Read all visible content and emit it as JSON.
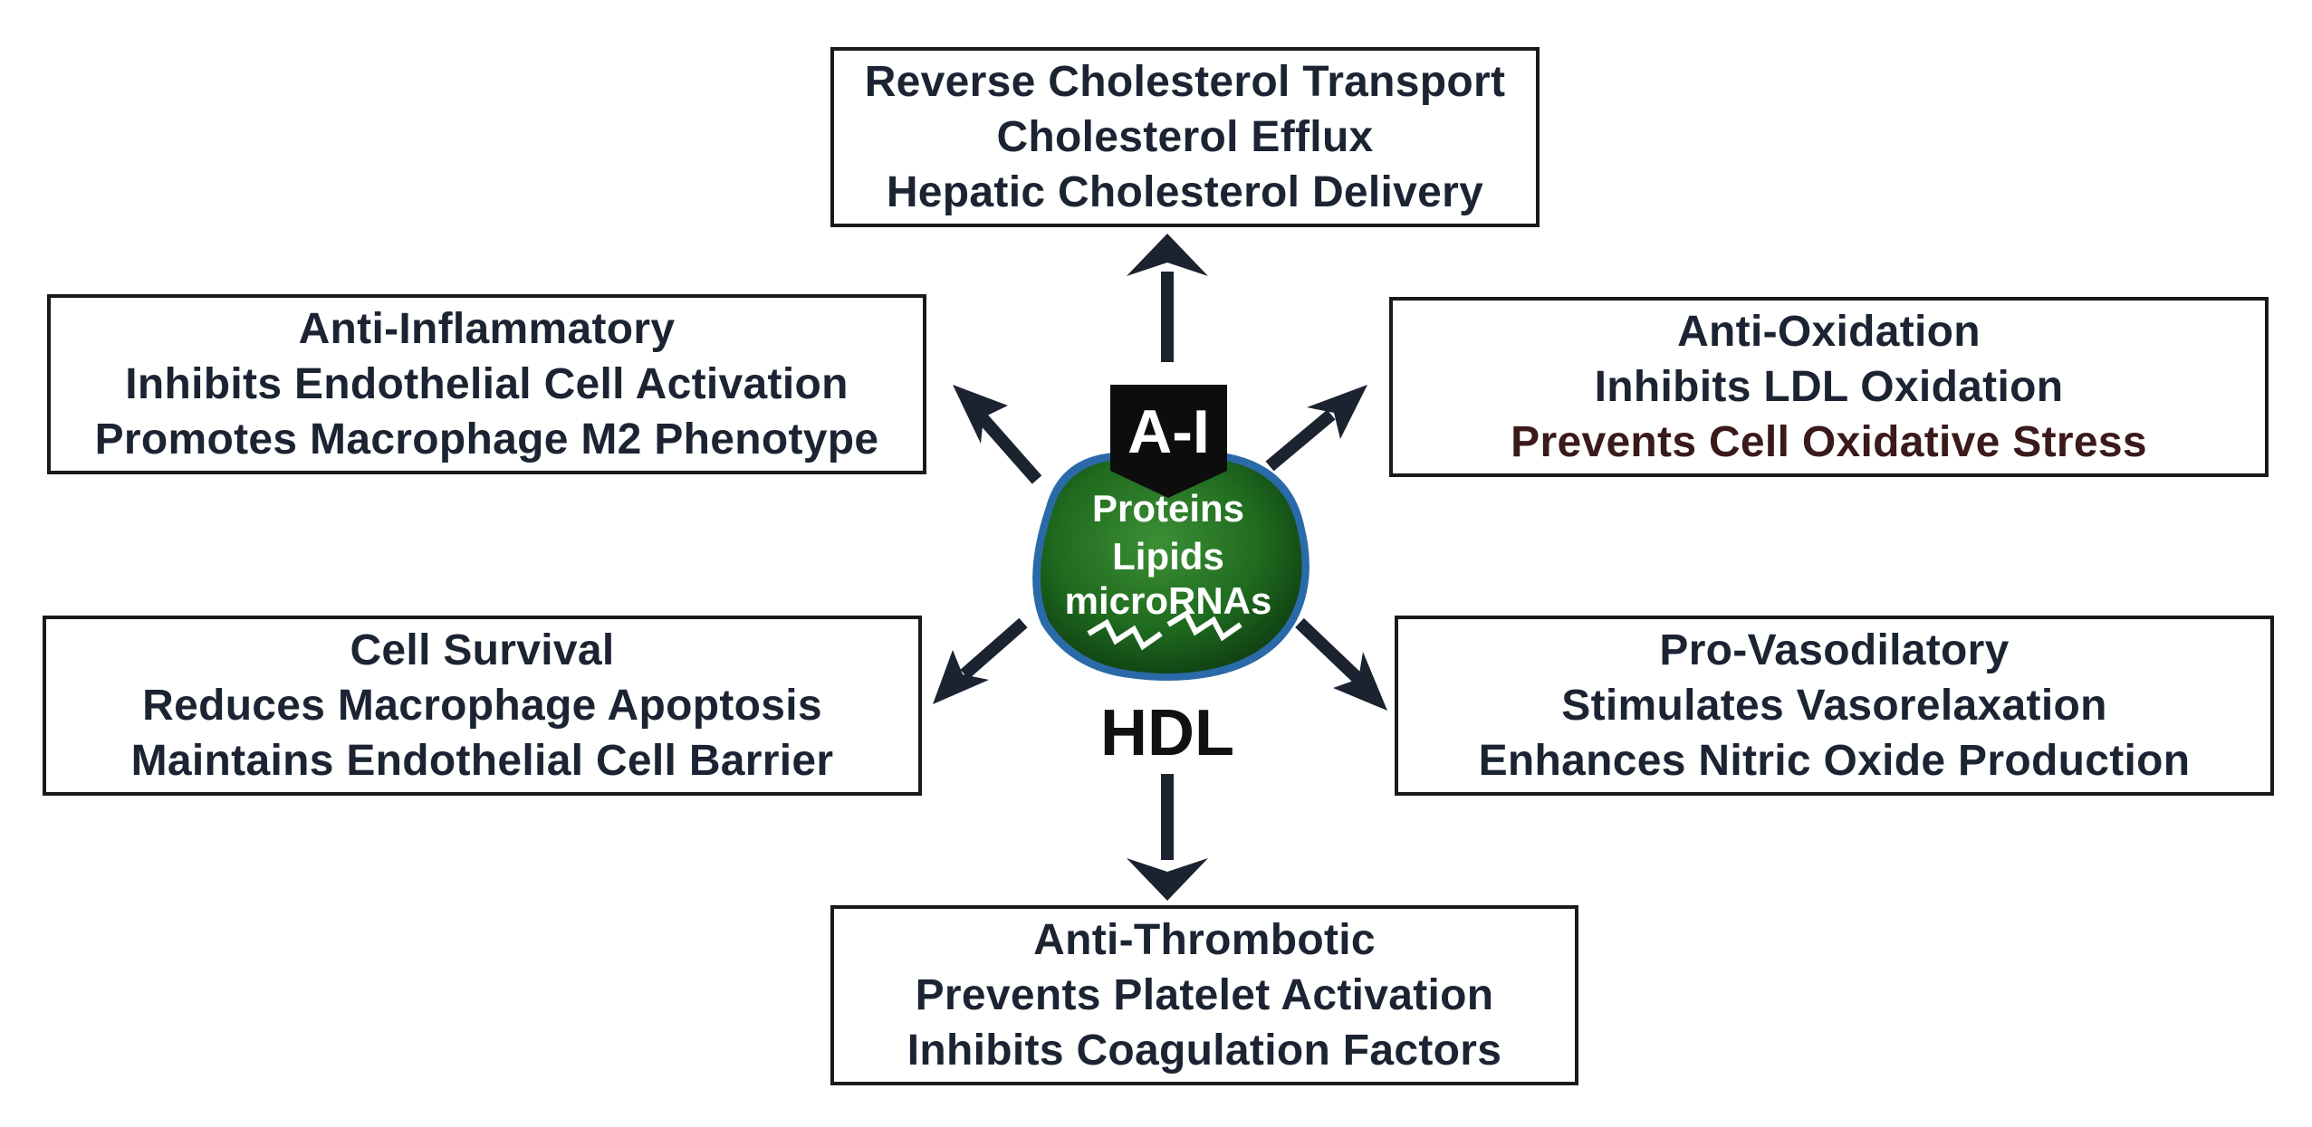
{
  "center": {
    "apo_label": "A-I",
    "contents": [
      "Proteins",
      "Lipids",
      "microRNAs"
    ],
    "particle_label": "HDL",
    "colors": {
      "particle": "#1f6b1f",
      "rim": "#2a6aa8",
      "apo_tag": "#0d0d0d"
    }
  },
  "boxes": {
    "top": {
      "lines": [
        "Reverse Cholesterol Transport",
        "Cholesterol Efflux",
        "Hepatic Cholesterol Delivery"
      ]
    },
    "upper_left": {
      "lines": [
        "Anti-Inflammatory",
        "Inhibits Endothelial Cell Activation",
        "Promotes Macrophage M2 Phenotype"
      ]
    },
    "upper_right": {
      "lines": [
        "Anti-Oxidation",
        "Inhibits LDL Oxidation",
        "Prevents Cell Oxidative Stress"
      ]
    },
    "lower_left": {
      "lines": [
        "Cell Survival",
        "Reduces Macrophage Apoptosis",
        "Maintains Endothelial Cell Barrier"
      ]
    },
    "lower_right": {
      "lines": [
        "Pro-Vasodilatory",
        "Stimulates Vasorelaxation",
        "Enhances Nitric Oxide Production"
      ]
    },
    "bottom": {
      "lines": [
        "Anti-Thrombotic",
        "Prevents Platelet Activation",
        "Inhibits Coagulation Factors"
      ]
    }
  },
  "arrow_color": "#1b2230"
}
